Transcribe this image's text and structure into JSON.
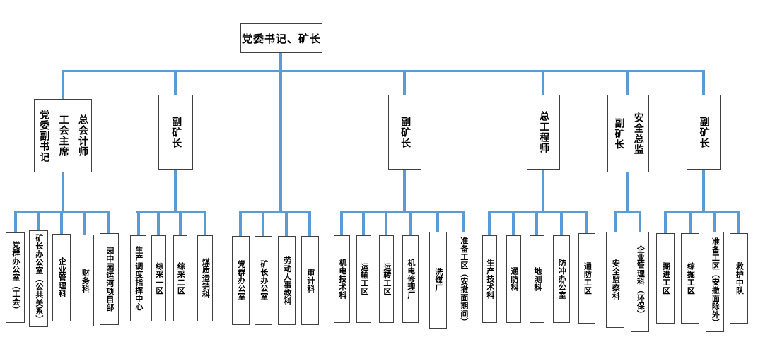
{
  "meta": {
    "diagram_type": "org-chart",
    "colors": {
      "connector": "#5B9BD5",
      "box_border": "#404040",
      "box_fill": "#ffffff",
      "text": "#000000"
    }
  },
  "org": {
    "root": {
      "label": "党委书记、矿长",
      "departments": [
        {
          "label": "党群办公室"
        },
        {
          "label": "矿长办公室"
        },
        {
          "label": "劳动人事教科"
        },
        {
          "label": "审计科"
        }
      ]
    },
    "leaders": [
      {
        "label": "总会计师\n工会主席\n党委副书记",
        "departments": [
          {
            "label": "党群办公室（工会）"
          },
          {
            "label": "矿长办公室（公共关系）"
          },
          {
            "label": "企业管理科"
          },
          {
            "label": "财务科"
          },
          {
            "label": "园中园运河项目部"
          }
        ]
      },
      {
        "label": "副矿长",
        "departments": [
          {
            "label": "生产调度指挥中心"
          },
          {
            "label": "综采一区"
          },
          {
            "label": "综采二区"
          },
          {
            "label": "煤质运销科"
          }
        ]
      },
      {
        "label": "副矿长",
        "departments": [
          {
            "label": "机电技术科"
          },
          {
            "label": "运输工区"
          },
          {
            "label": "运转工区"
          },
          {
            "label": "机电修理厂"
          },
          {
            "label": "洗煤厂"
          },
          {
            "label": "准备工区（安撤面期间）"
          }
        ]
      },
      {
        "label": "总工程师",
        "departments": [
          {
            "label": "生产技术科"
          },
          {
            "label": "通防科"
          },
          {
            "label": "地测科"
          },
          {
            "label": "防冲办公室"
          },
          {
            "label": "通防工区"
          }
        ]
      },
      {
        "label": "安全总监\n副矿长",
        "departments": [
          {
            "label": "安全监察科"
          },
          {
            "label": "企业管理科（环保）"
          }
        ]
      },
      {
        "label": "副矿长",
        "departments": [
          {
            "label": "掘进工区"
          },
          {
            "label": "综掘工区"
          },
          {
            "label": "准备工区（安撤面除外）"
          },
          {
            "label": "救护中队"
          }
        ]
      }
    ]
  }
}
